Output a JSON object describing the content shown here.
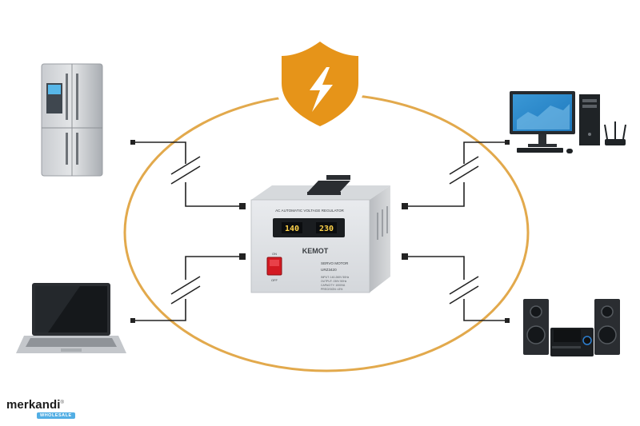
{
  "colors": {
    "ring": "#e2a94c",
    "shield": "#e69419",
    "wire": "#222222",
    "display_digits": "#ffd34a",
    "switch": "#c8161d"
  },
  "icons": {
    "shield": "lightning-shield-icon",
    "fridge": "refrigerator-icon",
    "laptop": "laptop-icon",
    "computer": "desktop-computer-icon",
    "speakers": "stereo-speakers-icon"
  },
  "regulator": {
    "panel_title": "AC AUTOMATIC VOLTAGE REGULATOR",
    "input_reading": "140",
    "output_reading": "230",
    "brand": "KEMOT",
    "switch_on": "ON",
    "switch_off": "OFF",
    "model_line1": "SERVO MOTOR",
    "model_line2": "URZ3420",
    "specs": [
      "INPUT: 140-260V 50Hz",
      "OUTPUT: 230V 50Hz",
      "CAPACITY: 1000VA",
      "PRECISION: ±3%"
    ]
  },
  "watermark": {
    "name": "merkandi",
    "mark": "®",
    "badge": "WHOLESALE"
  }
}
